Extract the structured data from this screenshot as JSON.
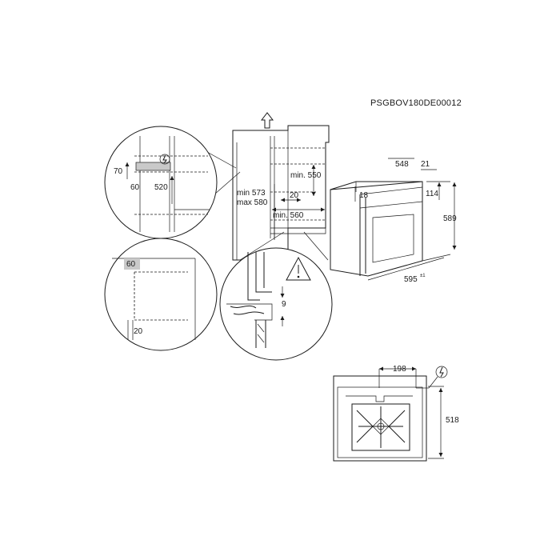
{
  "doc_code": "PSGBOV180DE00012",
  "detail_upper": {
    "d70": "70",
    "d60": "60",
    "d520": "520"
  },
  "detail_lower": {
    "d60": "60",
    "d20": "20"
  },
  "cabinet": {
    "min_550": "min. 550",
    "min_573": "min 573",
    "max_580": "max 580",
    "d20": "20",
    "min_560": "min. 560"
  },
  "detail_floor": {
    "d9": "9"
  },
  "oven": {
    "d548": "548",
    "d21": "21",
    "d18": "18",
    "d114": "114",
    "d589": "589",
    "d595": "595",
    "tol": "±1"
  },
  "oven_back": {
    "d198": "198",
    "d518": "518"
  },
  "icons": [
    "power-plug-icon",
    "warning-triangle-icon",
    "up-arrow-icon"
  ],
  "colors": {
    "line": "#1a1a1a",
    "shade": "#c9c9c9",
    "background": "#ffffff"
  }
}
